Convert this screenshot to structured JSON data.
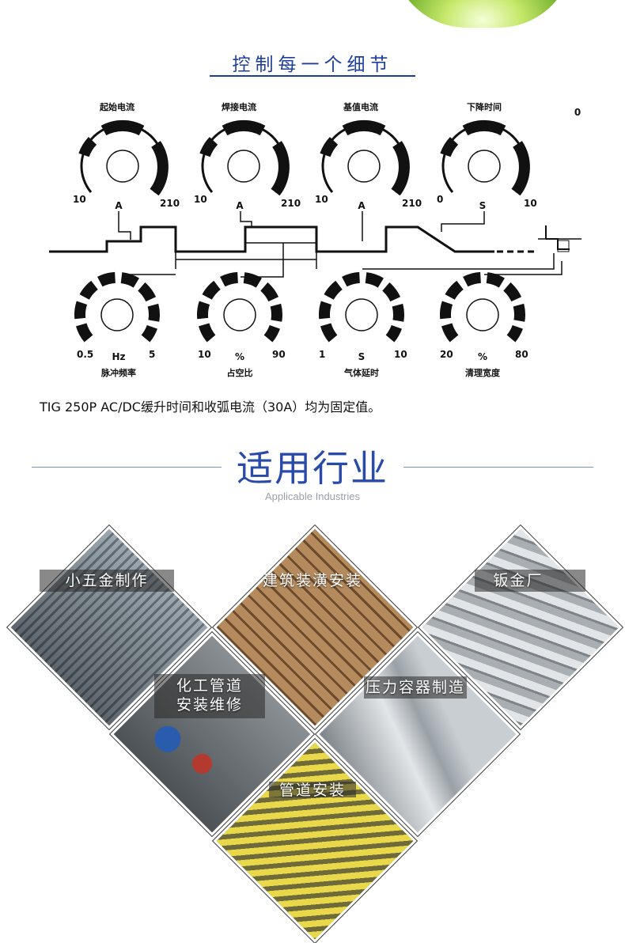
{
  "section_detail": {
    "title": "控制每一个细节"
  },
  "knobs_top": [
    {
      "label": "起始电流",
      "min": "10",
      "unit": "A",
      "max": "210"
    },
    {
      "label": "焊接电流",
      "min": "10",
      "unit": "A",
      "max": "210"
    },
    {
      "label": "基值电流",
      "min": "10",
      "unit": "A",
      "max": "210"
    },
    {
      "label": "下降时间",
      "min": "0",
      "unit": "S",
      "max": "10"
    }
  ],
  "knobs_bottom": [
    {
      "label": "脉冲频率",
      "min": "0.5",
      "unit": "Hz",
      "max": "5"
    },
    {
      "label": "占空比",
      "min": "10",
      "unit": "%",
      "max": "90"
    },
    {
      "label": "气体延时",
      "min": "1",
      "unit": "S",
      "max": "10"
    },
    {
      "label": "清理宽度",
      "min": "20",
      "unit": "%",
      "max": "80"
    }
  ],
  "corner_zero": "0",
  "note": "TIG 250P AC/DC缓升时间和收弧电流（30A）均为固定值。",
  "industries": {
    "title": "适用行业",
    "subtitle": "Applicable Industries",
    "tiles": [
      {
        "line1": "小五金制作",
        "line2": ""
      },
      {
        "line1": "建筑装潢安装",
        "line2": ""
      },
      {
        "line1": "钣金厂",
        "line2": ""
      },
      {
        "line1": "化工管道",
        "line2": "安装维修"
      },
      {
        "line1": "压力容器制造",
        "line2": ""
      },
      {
        "line1": "管道安装",
        "line2": ""
      }
    ]
  }
}
